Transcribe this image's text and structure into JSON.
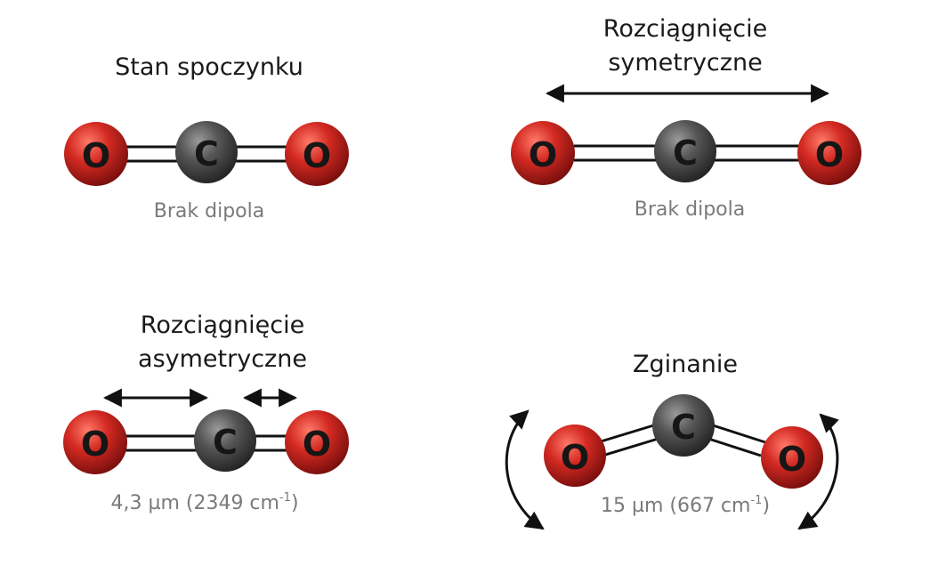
{
  "atoms": {
    "oxygen": "O",
    "carbon": "C"
  },
  "colors": {
    "oxygen": "#c41f1f",
    "carbon": "#4a4a4a",
    "arrow": "#111111",
    "note": "#7a7a7a"
  },
  "panels": {
    "rest": {
      "title": "Stan spoczynku",
      "note": "Brak dipola"
    },
    "symmetric": {
      "title_line1": "Rozciągnięcie",
      "title_line2": "symetryczne",
      "note": "Brak dipola"
    },
    "asymmetric": {
      "title_line1": "Rozciągnięcie",
      "title_line2": "asymetryczne",
      "note_main": "4,3 µm (2349 cm",
      "note_sup": "-1",
      "note_end": ")"
    },
    "bending": {
      "title": "Zginanie",
      "note_main": "15 µm (667 cm",
      "note_sup": "-1",
      "note_end": ")"
    }
  }
}
